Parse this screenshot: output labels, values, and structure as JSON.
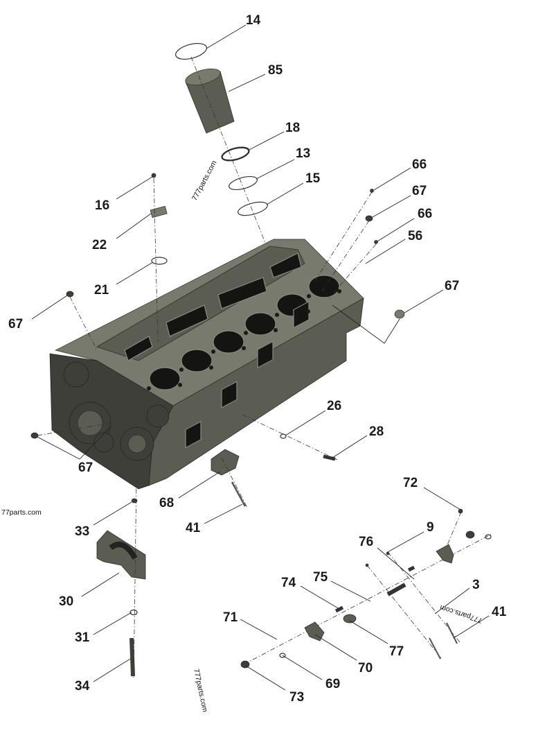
{
  "parts": {
    "c14": "14",
    "c85": "85",
    "c18": "18",
    "c13": "13",
    "c15": "15",
    "c16": "16",
    "c22": "22",
    "c21": "21",
    "c66a": "66",
    "c67a": "67",
    "c66b": "66",
    "c56": "56",
    "c67b": "67",
    "c67c": "67",
    "c67d": "67",
    "c26": "26",
    "c28": "28",
    "c68": "68",
    "c41a": "41",
    "c33": "33",
    "c30": "30",
    "c31": "31",
    "c34": "34",
    "c72": "72",
    "c9": "9",
    "c76": "76",
    "c74": "74",
    "c75": "75",
    "c3": "3",
    "c41b": "41",
    "c71": "71",
    "c77": "77",
    "c70": "70",
    "c69": "69",
    "c73": "73"
  },
  "watermarks": {
    "w1": "777parts.com",
    "w2": "77parts.com",
    "w3": "777parts.com",
    "w4": "777parts.com"
  },
  "colors": {
    "metal": "#5b5d52",
    "bore": "#141512",
    "text": "#1a1a1a"
  }
}
